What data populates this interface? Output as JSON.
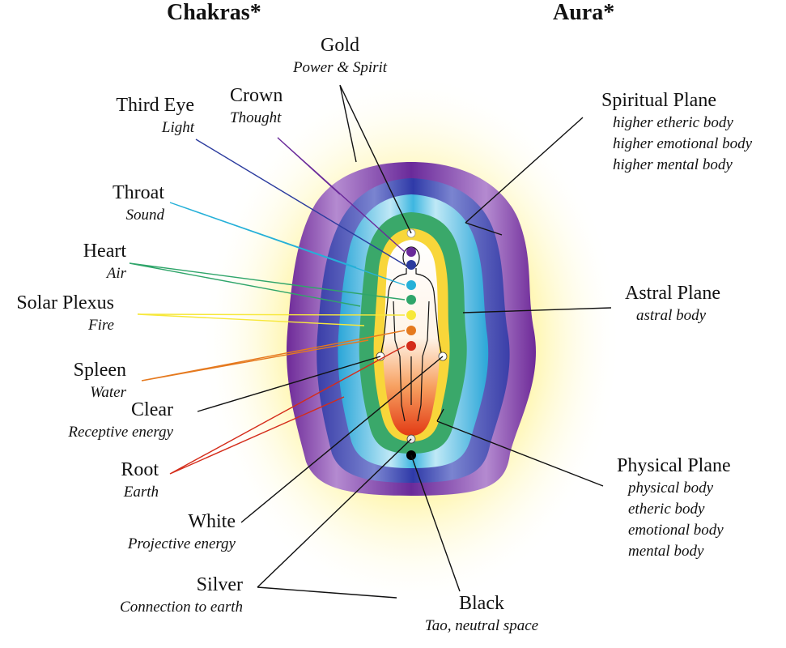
{
  "headers": {
    "chakras": "Chakras*",
    "aura": "Aura*"
  },
  "chakras": [
    {
      "key": "gold",
      "name": "Gold",
      "sub": "Power & Spirit",
      "color": "#ffffff"
    },
    {
      "key": "crown",
      "name": "Crown",
      "sub": "Thought",
      "color": "#6a2a9a"
    },
    {
      "key": "third-eye",
      "name": "Third Eye",
      "sub": "Light",
      "color": "#2b3b9e"
    },
    {
      "key": "throat",
      "name": "Throat",
      "sub": "Sound",
      "color": "#25b0d8"
    },
    {
      "key": "heart",
      "name": "Heart",
      "sub": "Air",
      "color": "#2fa56a"
    },
    {
      "key": "solar-plexus",
      "name": "Solar Plexus",
      "sub": "Fire",
      "color": "#f7e83a"
    },
    {
      "key": "spleen",
      "name": "Spleen",
      "sub": "Water",
      "color": "#e5791e"
    },
    {
      "key": "clear",
      "name": "Clear",
      "sub": "Receptive energy",
      "color": "#ffffff"
    },
    {
      "key": "root",
      "name": "Root",
      "sub": "Earth",
      "color": "#d42c1a"
    },
    {
      "key": "white",
      "name": "White",
      "sub": "Projective energy",
      "color": "#ffffff"
    },
    {
      "key": "silver",
      "name": "Silver",
      "sub": "Connection to earth",
      "color": "#d8d8d8"
    },
    {
      "key": "black",
      "name": "Black",
      "sub": "Tao, neutral space",
      "color": "#000000"
    }
  ],
  "planes": [
    {
      "key": "spiritual",
      "name": "Spiritual Plane",
      "bodies": [
        "higher etheric body",
        "higher emotional body",
        "higher mental body"
      ]
    },
    {
      "key": "astral",
      "name": "Astral Plane",
      "bodies": [
        "astral body"
      ]
    },
    {
      "key": "physical",
      "name": "Physical Plane",
      "bodies": [
        "physical body",
        "etheric body",
        "emotional body",
        "mental body"
      ]
    }
  ]
}
